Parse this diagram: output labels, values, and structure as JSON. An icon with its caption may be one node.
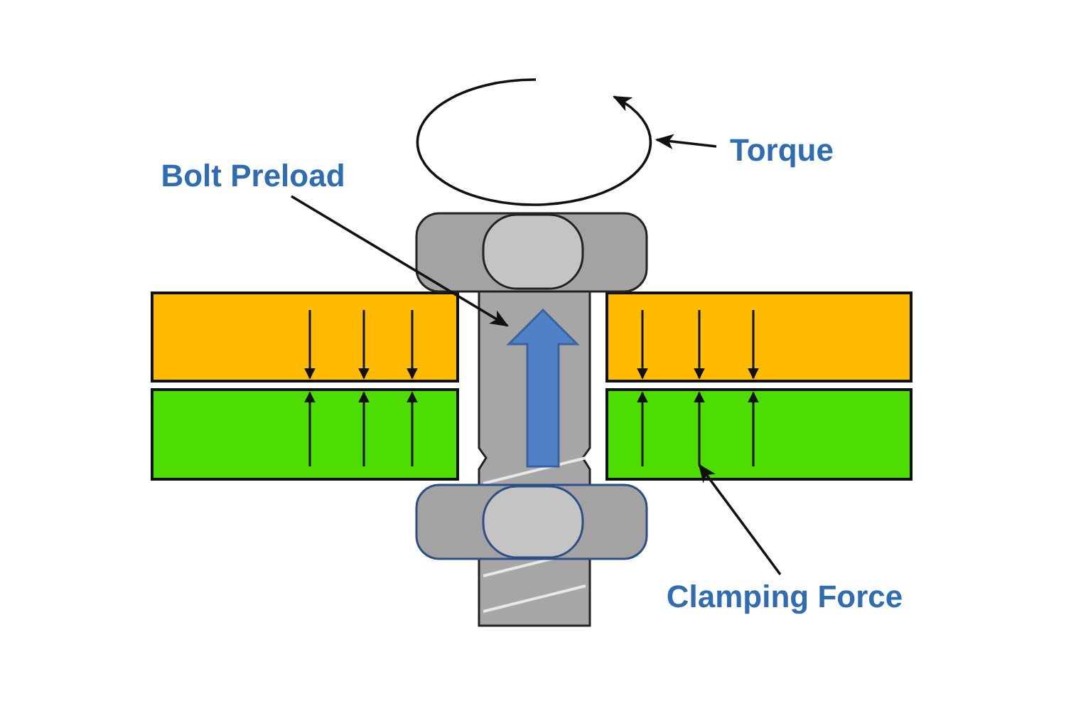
{
  "diagram": {
    "nodes": [
      {
        "text": [
          "Bolt Preload"
        ]
      },
      {
        "text": [
          "Torque"
        ]
      },
      {
        "text": [],
        "shape": "circle"
      },
      {
        "text": [],
        "shape": "arrow"
      },
      {
        "text": [
          "Clamping Force"
        ]
      },
      {
        "text": [],
        "shape": "arrow"
      }
    ],
    "edges": [
      {
        "from": 1,
        "to": 2,
        "arrow": "to"
      },
      {
        "from": 0,
        "to": 3,
        "arrow": "to"
      },
      {
        "from": 4,
        "to": 5,
        "arrow": "to"
      }
    ]
  }
}
